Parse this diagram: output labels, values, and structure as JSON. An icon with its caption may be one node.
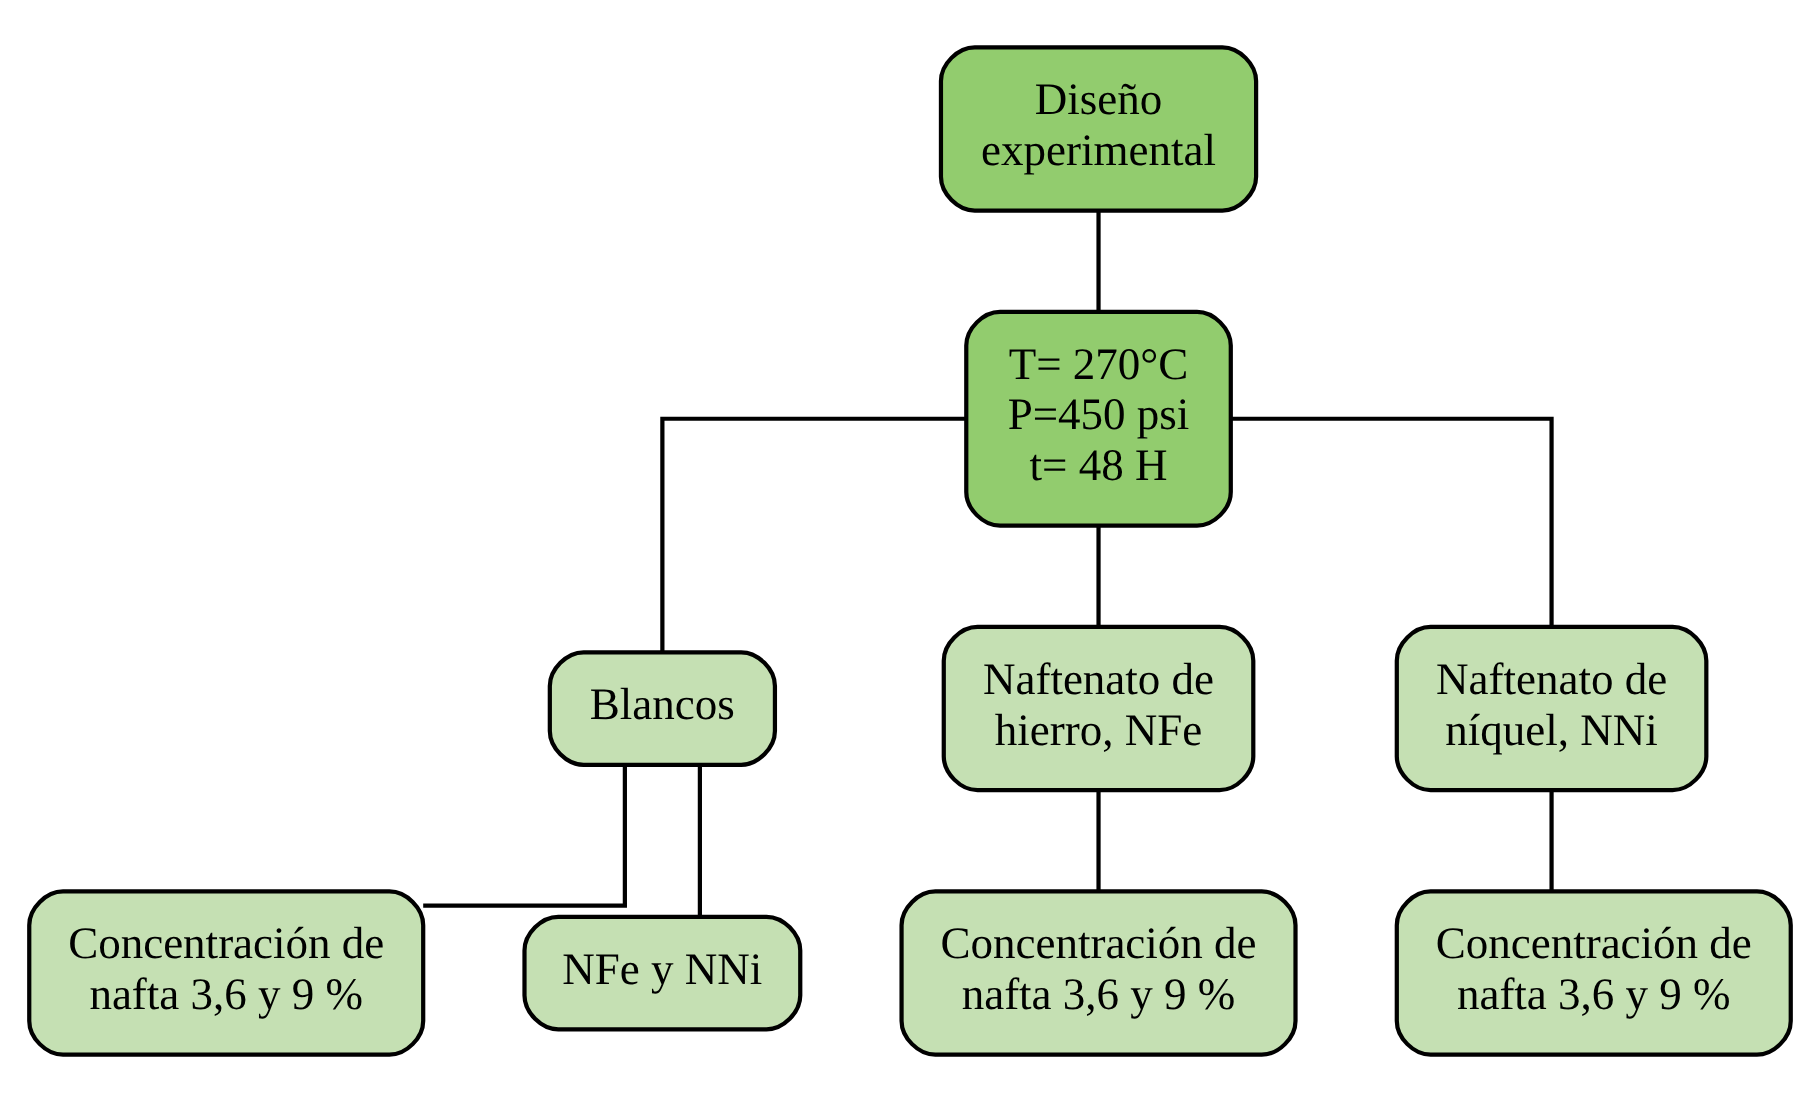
{
  "diagram": {
    "nodes": [
      {
        "text": [
          "Diseño experimental"
        ]
      },
      {
        "text": [
          "T= 270°C",
          "P=450 psi",
          "t= 48 H"
        ]
      },
      {
        "text": [
          "Blancos"
        ]
      },
      {
        "text": [
          "Naftenato de hierro, NFe"
        ]
      },
      {
        "text": [
          "Naftenato de níquel, NNi"
        ]
      },
      {
        "text": [
          "Concentración de nafta 3,6 y 9 %"
        ]
      },
      {
        "text": [
          "NFe y NNi"
        ]
      },
      {
        "text": [
          "Concentración de nafta 3,6 y 9 %"
        ]
      },
      {
        "text": [
          "Concentración de nafta 3,6 y 9 %"
        ]
      }
    ],
    "edges": [
      {
        "from": 0,
        "to": 1,
        "arrow": "none"
      },
      {
        "from": 1,
        "to": 2,
        "arrow": "none"
      },
      {
        "from": 1,
        "to": 3,
        "arrow": "none"
      },
      {
        "from": 1,
        "to": 4,
        "arrow": "none"
      },
      {
        "from": 2,
        "to": 5,
        "arrow": "none"
      },
      {
        "from": 2,
        "to": 6,
        "arrow": "none"
      },
      {
        "from": 3,
        "to": 7,
        "arrow": "none"
      },
      {
        "from": 4,
        "to": 8,
        "arrow": "none"
      }
    ]
  }
}
